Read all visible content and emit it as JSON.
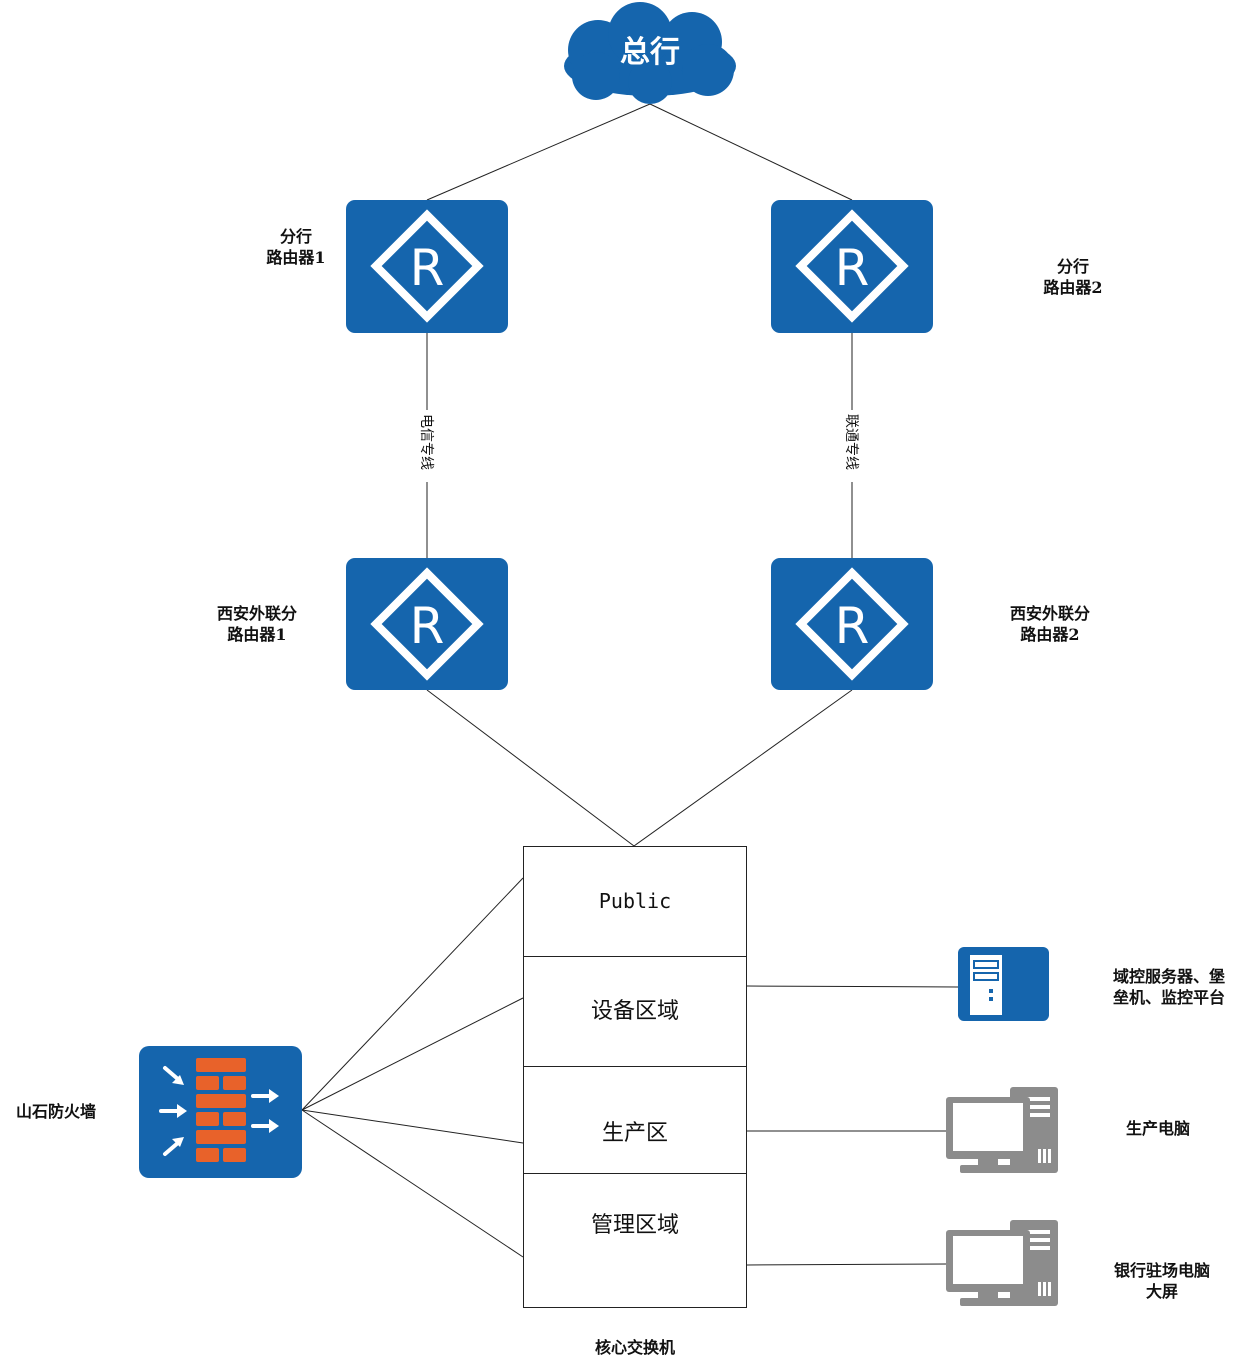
{
  "hq": {
    "label": "总行"
  },
  "routers": {
    "branch1": {
      "line1": "分行",
      "line2": "路由器1"
    },
    "branch2": {
      "line1": "分行",
      "line2": "路由器2"
    },
    "xian1": {
      "line1": "西安外联分",
      "line2": "路由器1"
    },
    "xian2": {
      "line1": "西安外联分",
      "line2": "路由器2"
    },
    "glyph": "R"
  },
  "links": {
    "left": "电信专线",
    "right": "联通专线"
  },
  "core_switch": {
    "label": "核心交换机",
    "zones": [
      "Public",
      "设备区域",
      "生产区",
      "管理区域"
    ]
  },
  "firewall": {
    "label": "山石防火墙"
  },
  "devices": {
    "server": {
      "line1": "域控服务器、堡",
      "line2": "垒机、监控平台"
    },
    "prod_pc": {
      "label": "生产电脑"
    },
    "bank_pc": {
      "line1": "银行驻场电脑",
      "line2": "大屏"
    }
  },
  "colors": {
    "device_blue": "#1565ad",
    "firewall_orange": "#e8622a",
    "pc_gray": "#8c8c8c",
    "line": "#222222"
  }
}
